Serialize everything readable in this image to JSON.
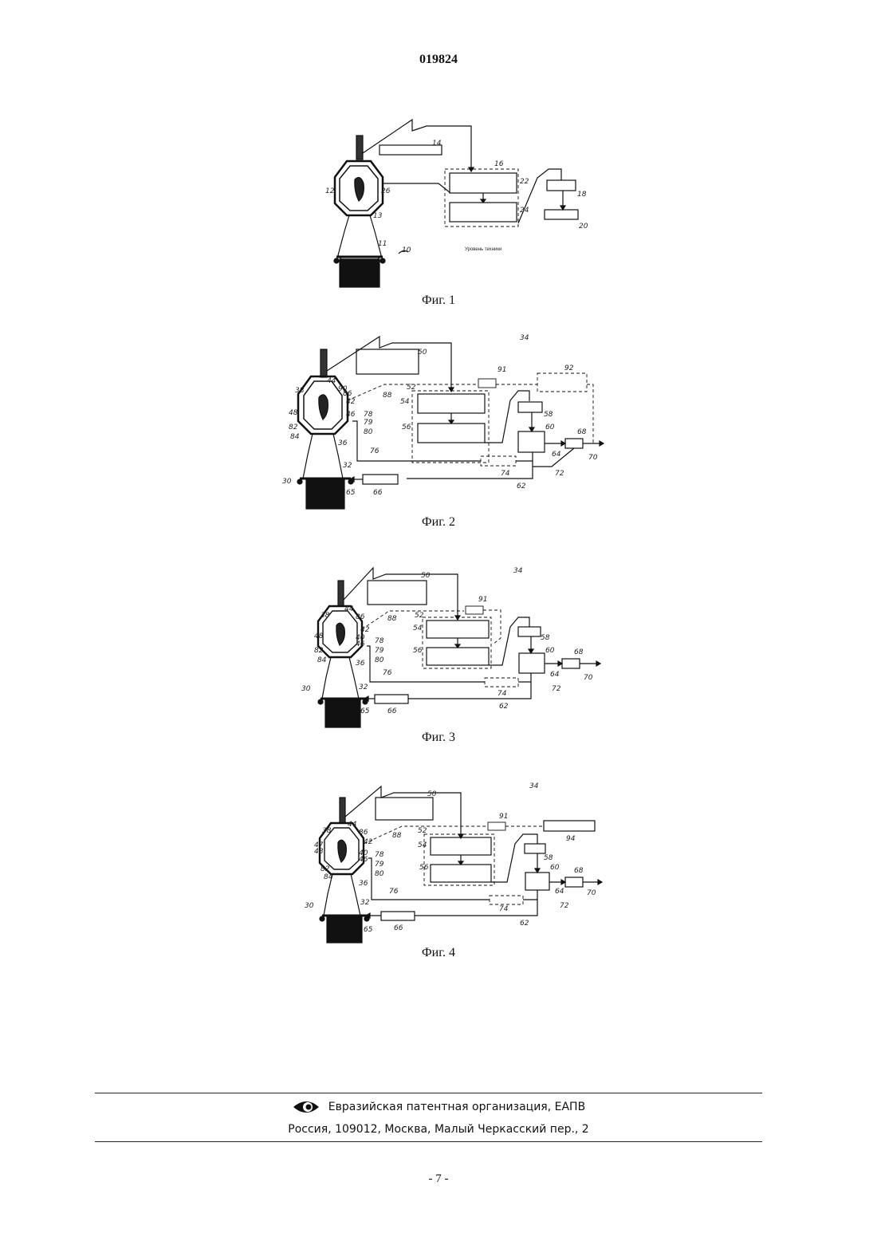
{
  "header": {
    "patent_number": "019824"
  },
  "figures": [
    {
      "caption": "Фиг. 1",
      "inline_text": "Уровень техники",
      "labels": [
        "14",
        "16",
        "22",
        "24",
        "12",
        "26",
        "13",
        "11",
        "10",
        "18",
        "20"
      ]
    },
    {
      "caption": "Фиг. 2",
      "labels": [
        "50",
        "34",
        "91",
        "92",
        "38",
        "44",
        "90",
        "86",
        "42",
        "88",
        "52",
        "54",
        "56",
        "48",
        "46",
        "78",
        "79",
        "80",
        "82",
        "84",
        "36",
        "76",
        "58",
        "60",
        "68",
        "64",
        "70",
        "72",
        "74",
        "30",
        "32",
        "65",
        "66",
        "62"
      ]
    },
    {
      "caption": "Фиг. 3",
      "labels": [
        "50",
        "34",
        "91",
        "38",
        "44",
        "86",
        "88",
        "42",
        "52",
        "54",
        "56",
        "48",
        "40",
        "46",
        "78",
        "79",
        "80",
        "82",
        "84",
        "36",
        "76",
        "58",
        "60",
        "68",
        "64",
        "70",
        "72",
        "74",
        "30",
        "32",
        "65",
        "66",
        "62"
      ]
    },
    {
      "caption": "Фиг. 4",
      "labels": [
        "50",
        "34",
        "91",
        "94",
        "38",
        "44",
        "86",
        "88",
        "42",
        "52",
        "54",
        "56",
        "47",
        "48",
        "40",
        "46",
        "78",
        "79",
        "80",
        "82",
        "84",
        "36",
        "76",
        "58",
        "60",
        "68",
        "64",
        "70",
        "72",
        "74",
        "30",
        "32",
        "65",
        "66",
        "62"
      ]
    }
  ],
  "footer": {
    "organization": "Евразийская патентная организация, ЕАПВ",
    "address": "Россия, 109012, Москва, Малый Черкасский пер., 2"
  },
  "page_number": "- 7 -"
}
